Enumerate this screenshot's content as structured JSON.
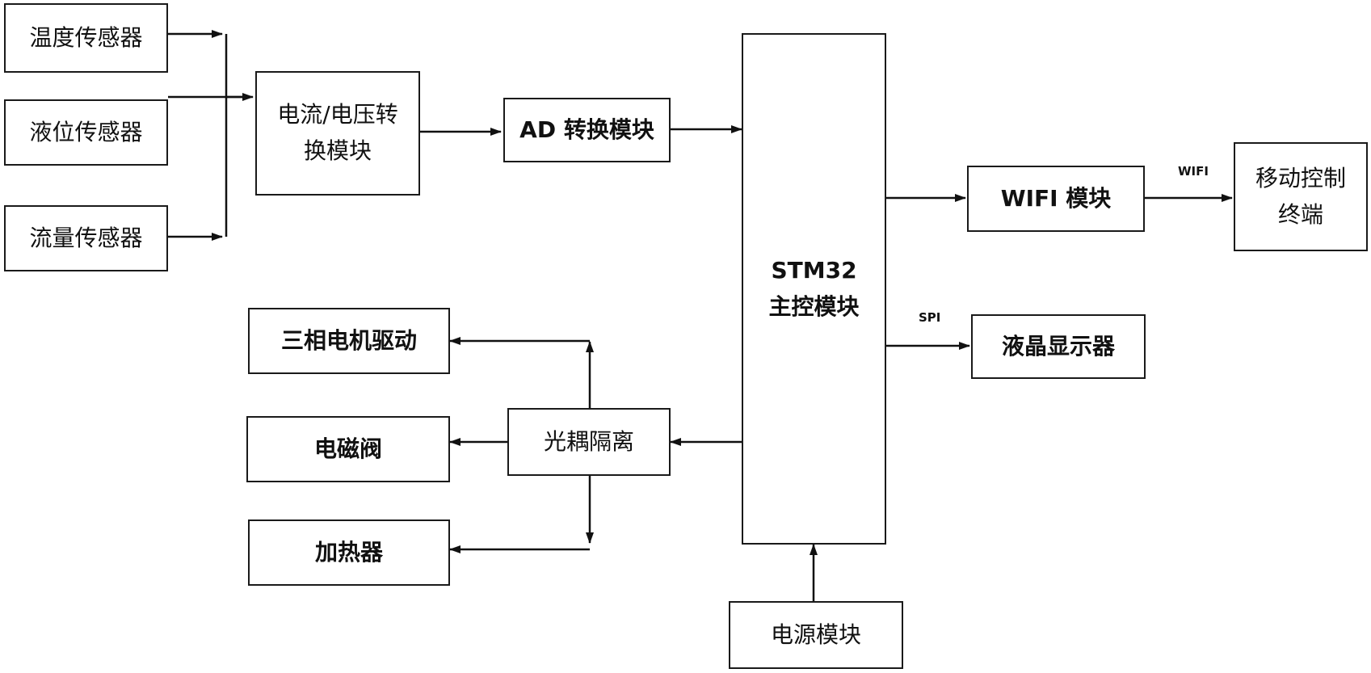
{
  "diagram": {
    "nodes": {
      "temp_sensor": "温度传感器",
      "level_sensor": "液位传感器",
      "flow_sensor": "流量传感器",
      "iv_converter_line1": "电流/电压转",
      "iv_converter_line2": "换模块",
      "ad_converter": "AD 转换模块",
      "mcu_line1": "STM32",
      "mcu_line2": "主控模块",
      "wifi_module": "WIFI 模块",
      "mobile_terminal_line1": "移动控制",
      "mobile_terminal_line2": "终端",
      "lcd_display": "液晶显示器",
      "motor_driver": "三相电机驱动",
      "solenoid_valve": "电磁阀",
      "heater": "加热器",
      "optocoupler": "光耦隔离",
      "power_module": "电源模块"
    },
    "edge_labels": {
      "wifi": "WIFI",
      "spi": "SPI"
    }
  }
}
